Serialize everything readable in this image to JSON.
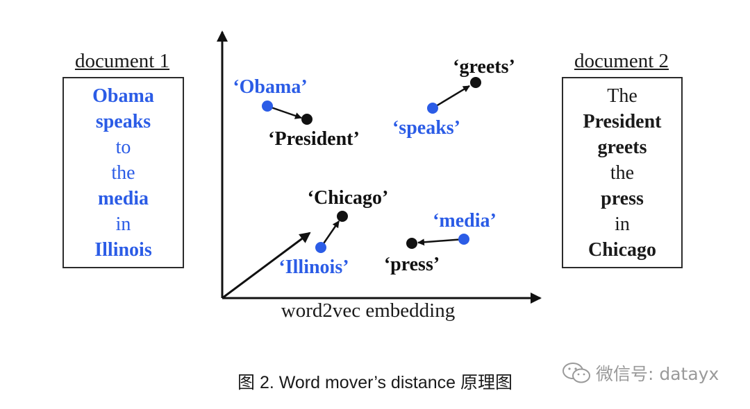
{
  "document1": {
    "title": "document 1",
    "words": [
      {
        "text": "Obama",
        "bold": true
      },
      {
        "text": "speaks",
        "bold": true
      },
      {
        "text": "to",
        "bold": false
      },
      {
        "text": "the",
        "bold": false
      },
      {
        "text": "media",
        "bold": true
      },
      {
        "text": "in",
        "bold": false
      },
      {
        "text": "Illinois",
        "bold": true
      }
    ]
  },
  "document2": {
    "title": "document 2",
    "words": [
      {
        "text": "The",
        "bold": false
      },
      {
        "text": "President",
        "bold": true
      },
      {
        "text": "greets",
        "bold": true
      },
      {
        "text": "the",
        "bold": false
      },
      {
        "text": "press",
        "bold": true
      },
      {
        "text": "in",
        "bold": false
      },
      {
        "text": "Chicago",
        "bold": true
      }
    ]
  },
  "embedding": {
    "axis_label": "word2vec embedding",
    "words": {
      "obama": "‘Obama’",
      "president": "‘President’",
      "speaks": "‘speaks’",
      "greets": "‘greets’",
      "chicago": "‘Chicago’",
      "illinois": "‘Illinois’",
      "media": "‘media’",
      "press": "‘press’"
    }
  },
  "caption": "图 2. Word mover’s distance  原理图",
  "watermark": "微信号: datayx",
  "colors": {
    "doc1_word": "#2b5ce6",
    "doc2_word": "#1a1a1a",
    "axis": "#111111"
  }
}
